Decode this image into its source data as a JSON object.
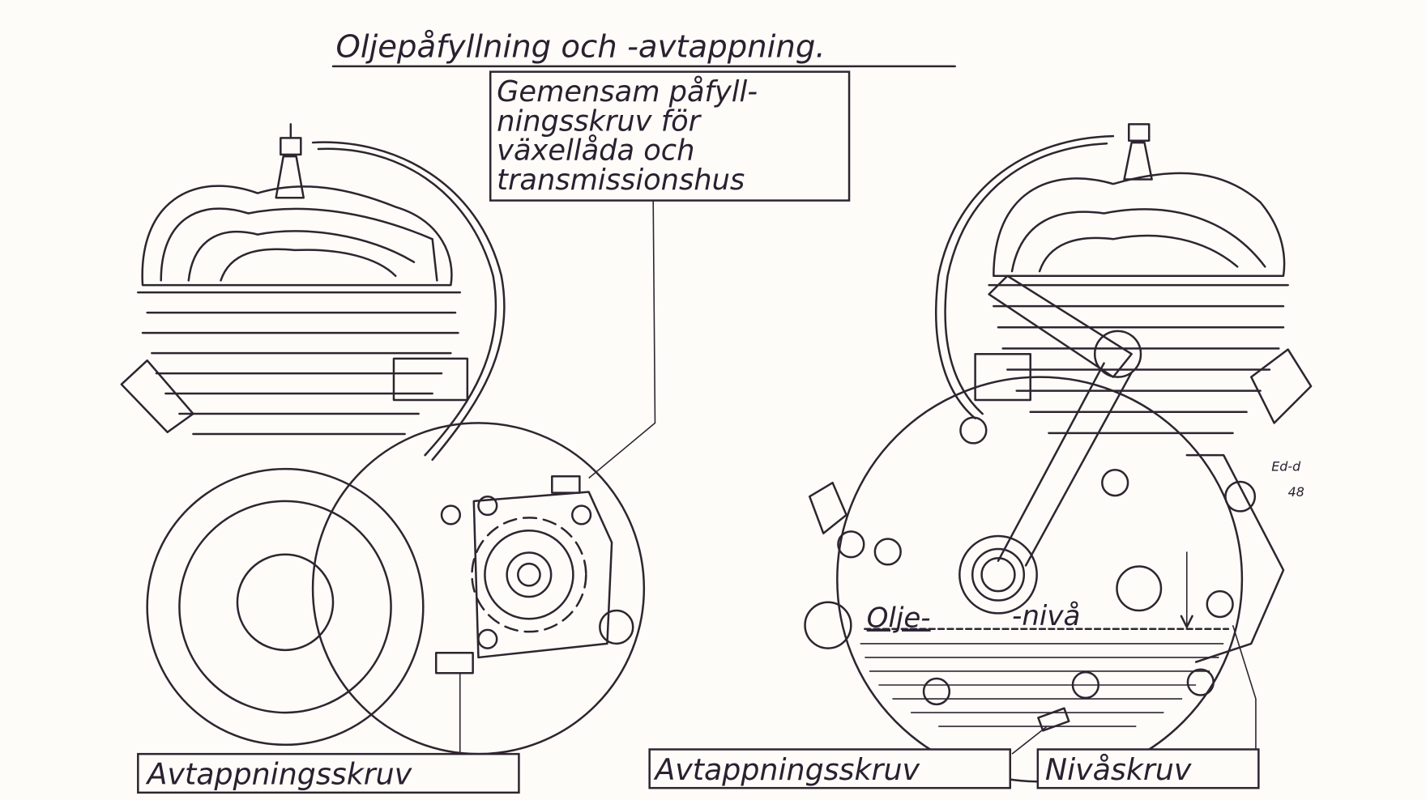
{
  "title": "Oljepåfyllning och -avtappning.",
  "fill_screw_label": {
    "lines": [
      "Gemensam påfyll-",
      "ningsskruv för",
      "växellåda och",
      "transmissionshus"
    ]
  },
  "left_drain_label": "Avtappningsskruv",
  "right_drain_label": "Avtappningsskruv",
  "level_screw_label": "Nivåskruv",
  "oil_level": {
    "part1": "Olje-",
    "part2": "-nivå"
  },
  "signature": {
    "line1": "Ed-d",
    "line2": "48"
  },
  "colors": {
    "ink": "#2e2530",
    "paper": "#fdfcf8"
  }
}
